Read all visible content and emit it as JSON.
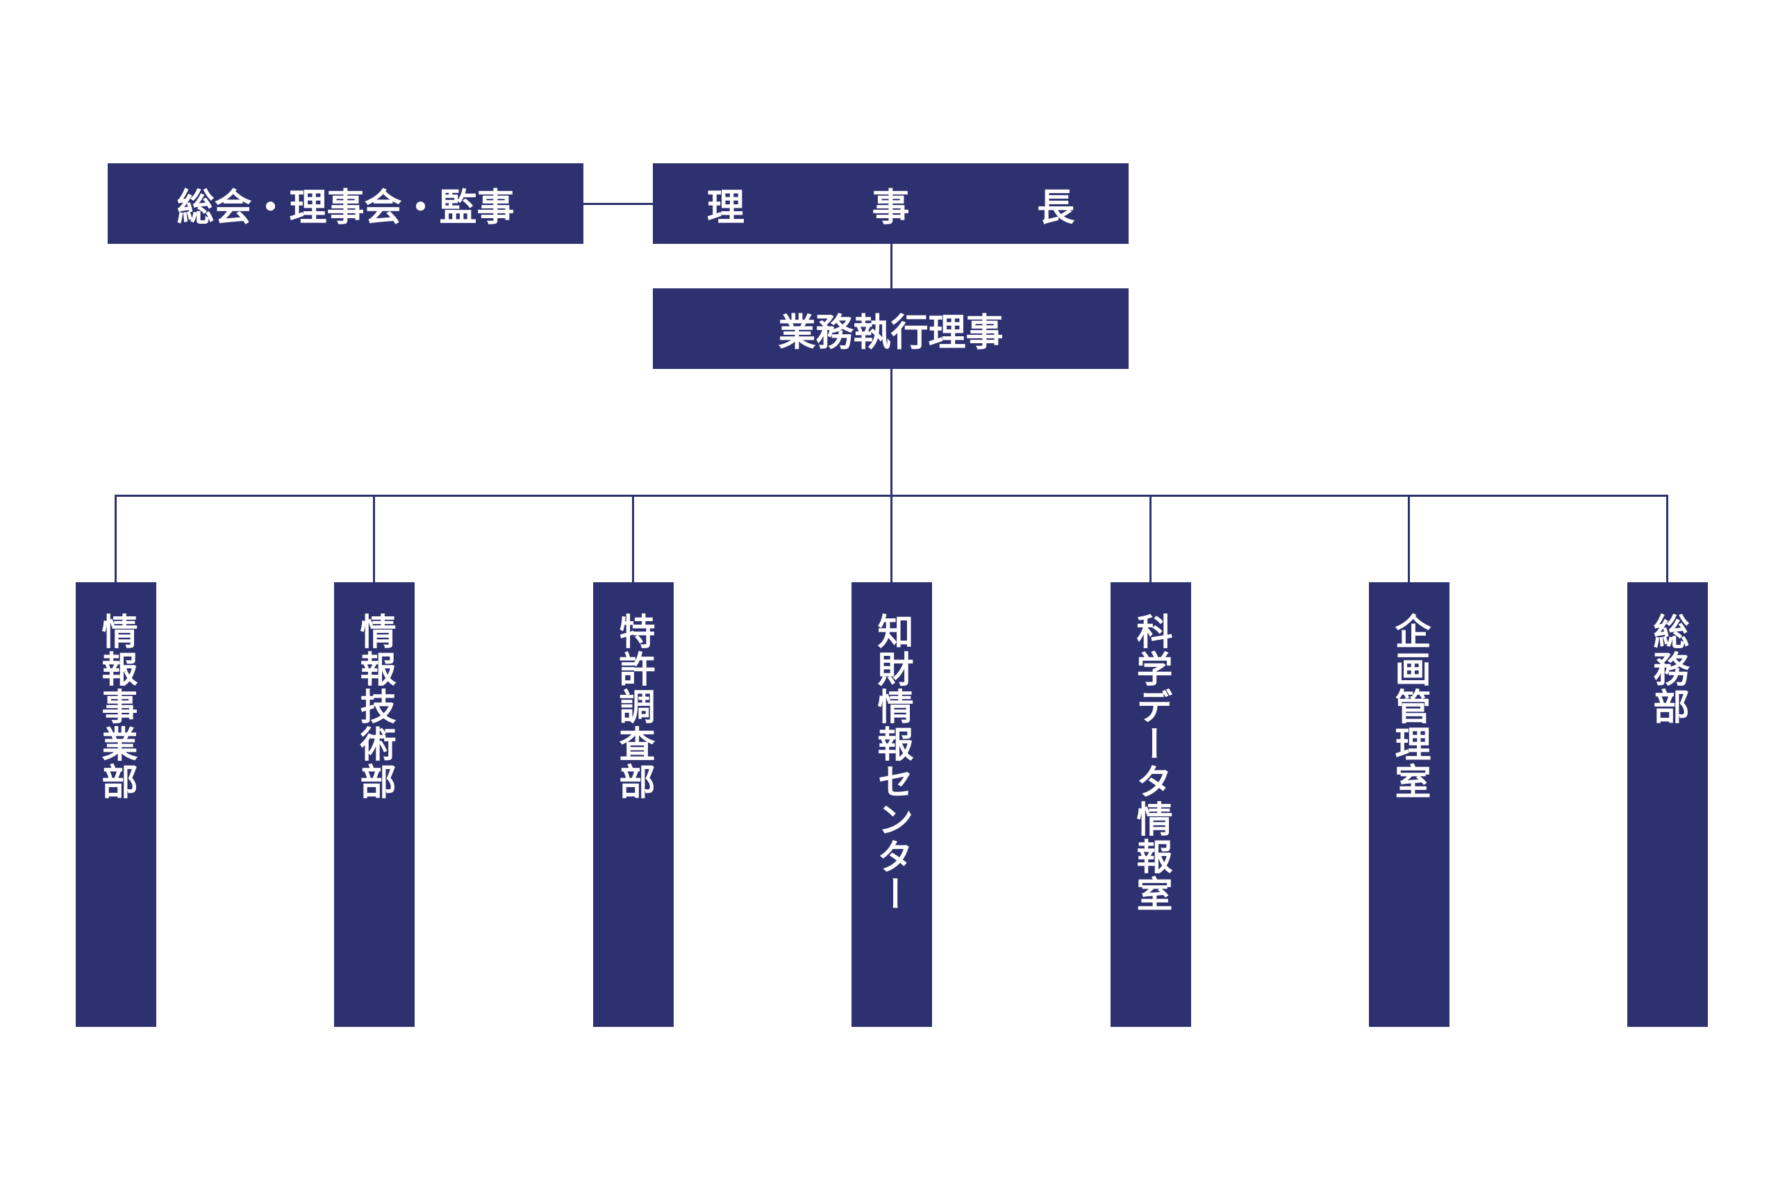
{
  "org_chart": {
    "top": {
      "governance": "総会・理事会・監事",
      "director": "理　事　長",
      "executive": "業務執行理事"
    },
    "departments": [
      {
        "name": "情報事業部"
      },
      {
        "name": "情報技術部"
      },
      {
        "name": "特許調査部"
      },
      {
        "name": "知財情報センター"
      },
      {
        "name": "科学データ情報室"
      },
      {
        "name": "企画管理室"
      },
      {
        "name": "総務部"
      }
    ],
    "colors": {
      "box_fill": "#2e3170",
      "box_text": "#ffffff",
      "connector": "#2e3170",
      "background": "#ffffff"
    }
  }
}
